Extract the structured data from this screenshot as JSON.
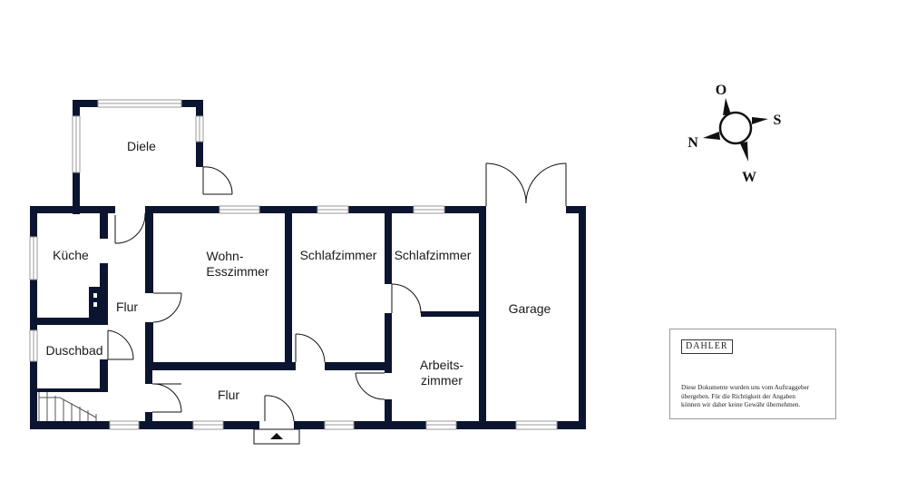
{
  "rooms": {
    "diele": "Diele",
    "kueche": "Küche",
    "flur_small": "Flur",
    "duschbad": "Duschbad",
    "wohn_line1": "Wohn-",
    "wohn_line2": "Esszimmer",
    "schlaf1": "Schlafzimmer",
    "schlaf2": "Schlafzimmer",
    "garage": "Garage",
    "arbeits_line1": "Arbeits-",
    "arbeits_line2": "zimmer",
    "flur_main": "Flur"
  },
  "compass": {
    "north": "N",
    "east": "O",
    "south": "S",
    "west": "W"
  },
  "info_box": {
    "logo": "DAHLER",
    "disclaimer_lines": [
      "Diese Dokumente wurden uns vom Auftraggeber",
      "übergeben. Für die Richtigkeit der Angaben",
      "können wir daher keine Gewähr übernehmen."
    ]
  },
  "colors": {
    "wall": "#0b1530",
    "window": "#9a9a9a",
    "line": "#111111"
  }
}
